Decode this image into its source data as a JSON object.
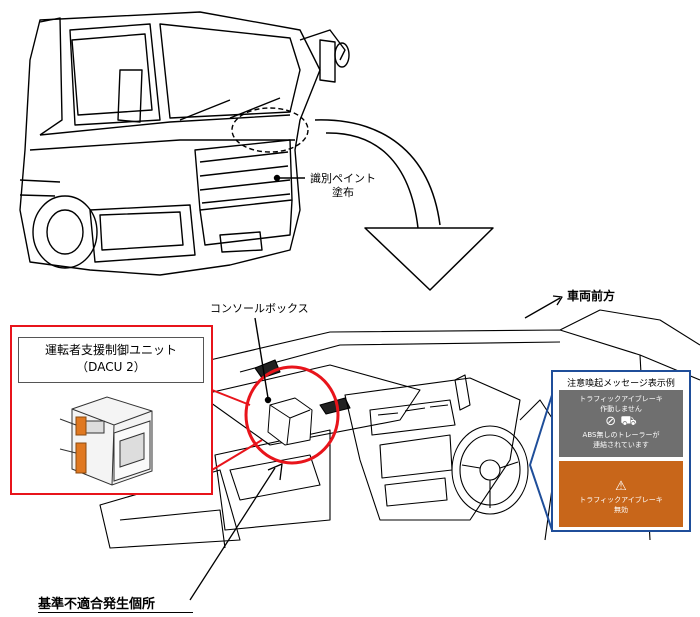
{
  "labels": {
    "paint_mark": "識別ペイント\n塗布",
    "console_box": "コンソールボックス",
    "vehicle_front": "車両前方",
    "nonconformity_location": "基準不適合発生個所"
  },
  "dacu": {
    "title_line1": "運転者支援制御ユニット",
    "title_line2": "（DACU 2）"
  },
  "message_panel": {
    "title": "注意喚起メッセージ表示例",
    "message1_line1": "トラフィックアイブレーキ",
    "message1_line2": "作動しません",
    "message1_line3": "ABS無しのトレーラーが",
    "message1_line4": "連結されています",
    "message2_line1": "トラフィックアイブレーキ",
    "message2_line2": "無効",
    "message1_icon": "no-abs-trailer-icon",
    "message2_icon": "brake-warning-icon",
    "colors": {
      "message1_bg": "#6f6f6f",
      "message2_bg": "#c8661a",
      "frame": "#1f4e9a",
      "highlight": "#e8141b"
    }
  }
}
